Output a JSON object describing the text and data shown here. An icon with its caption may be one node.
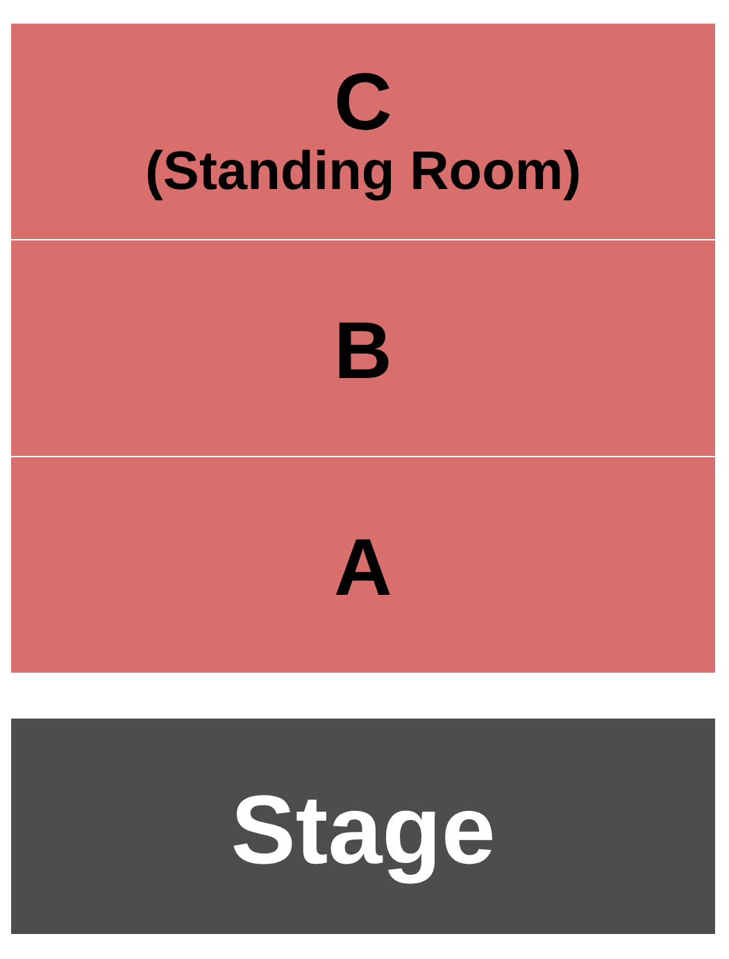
{
  "diagram": {
    "nodes": [
      {
        "text": [
          "C",
          "(Standing Room)"
        ]
      },
      {
        "text": [
          "B"
        ]
      },
      {
        "text": [
          "A"
        ]
      },
      {
        "text": [
          "Stage"
        ]
      }
    ]
  }
}
